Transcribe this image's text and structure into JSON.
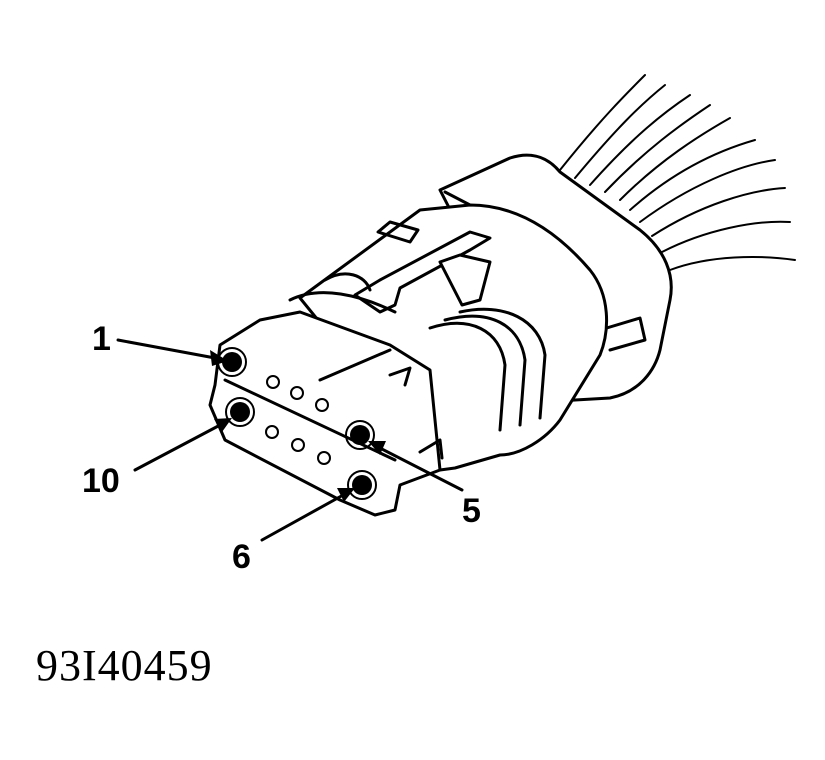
{
  "figure_id": "93I40459",
  "callouts": {
    "pin_1": "1",
    "pin_10": "10",
    "pin_5": "5",
    "pin_6": "6"
  }
}
